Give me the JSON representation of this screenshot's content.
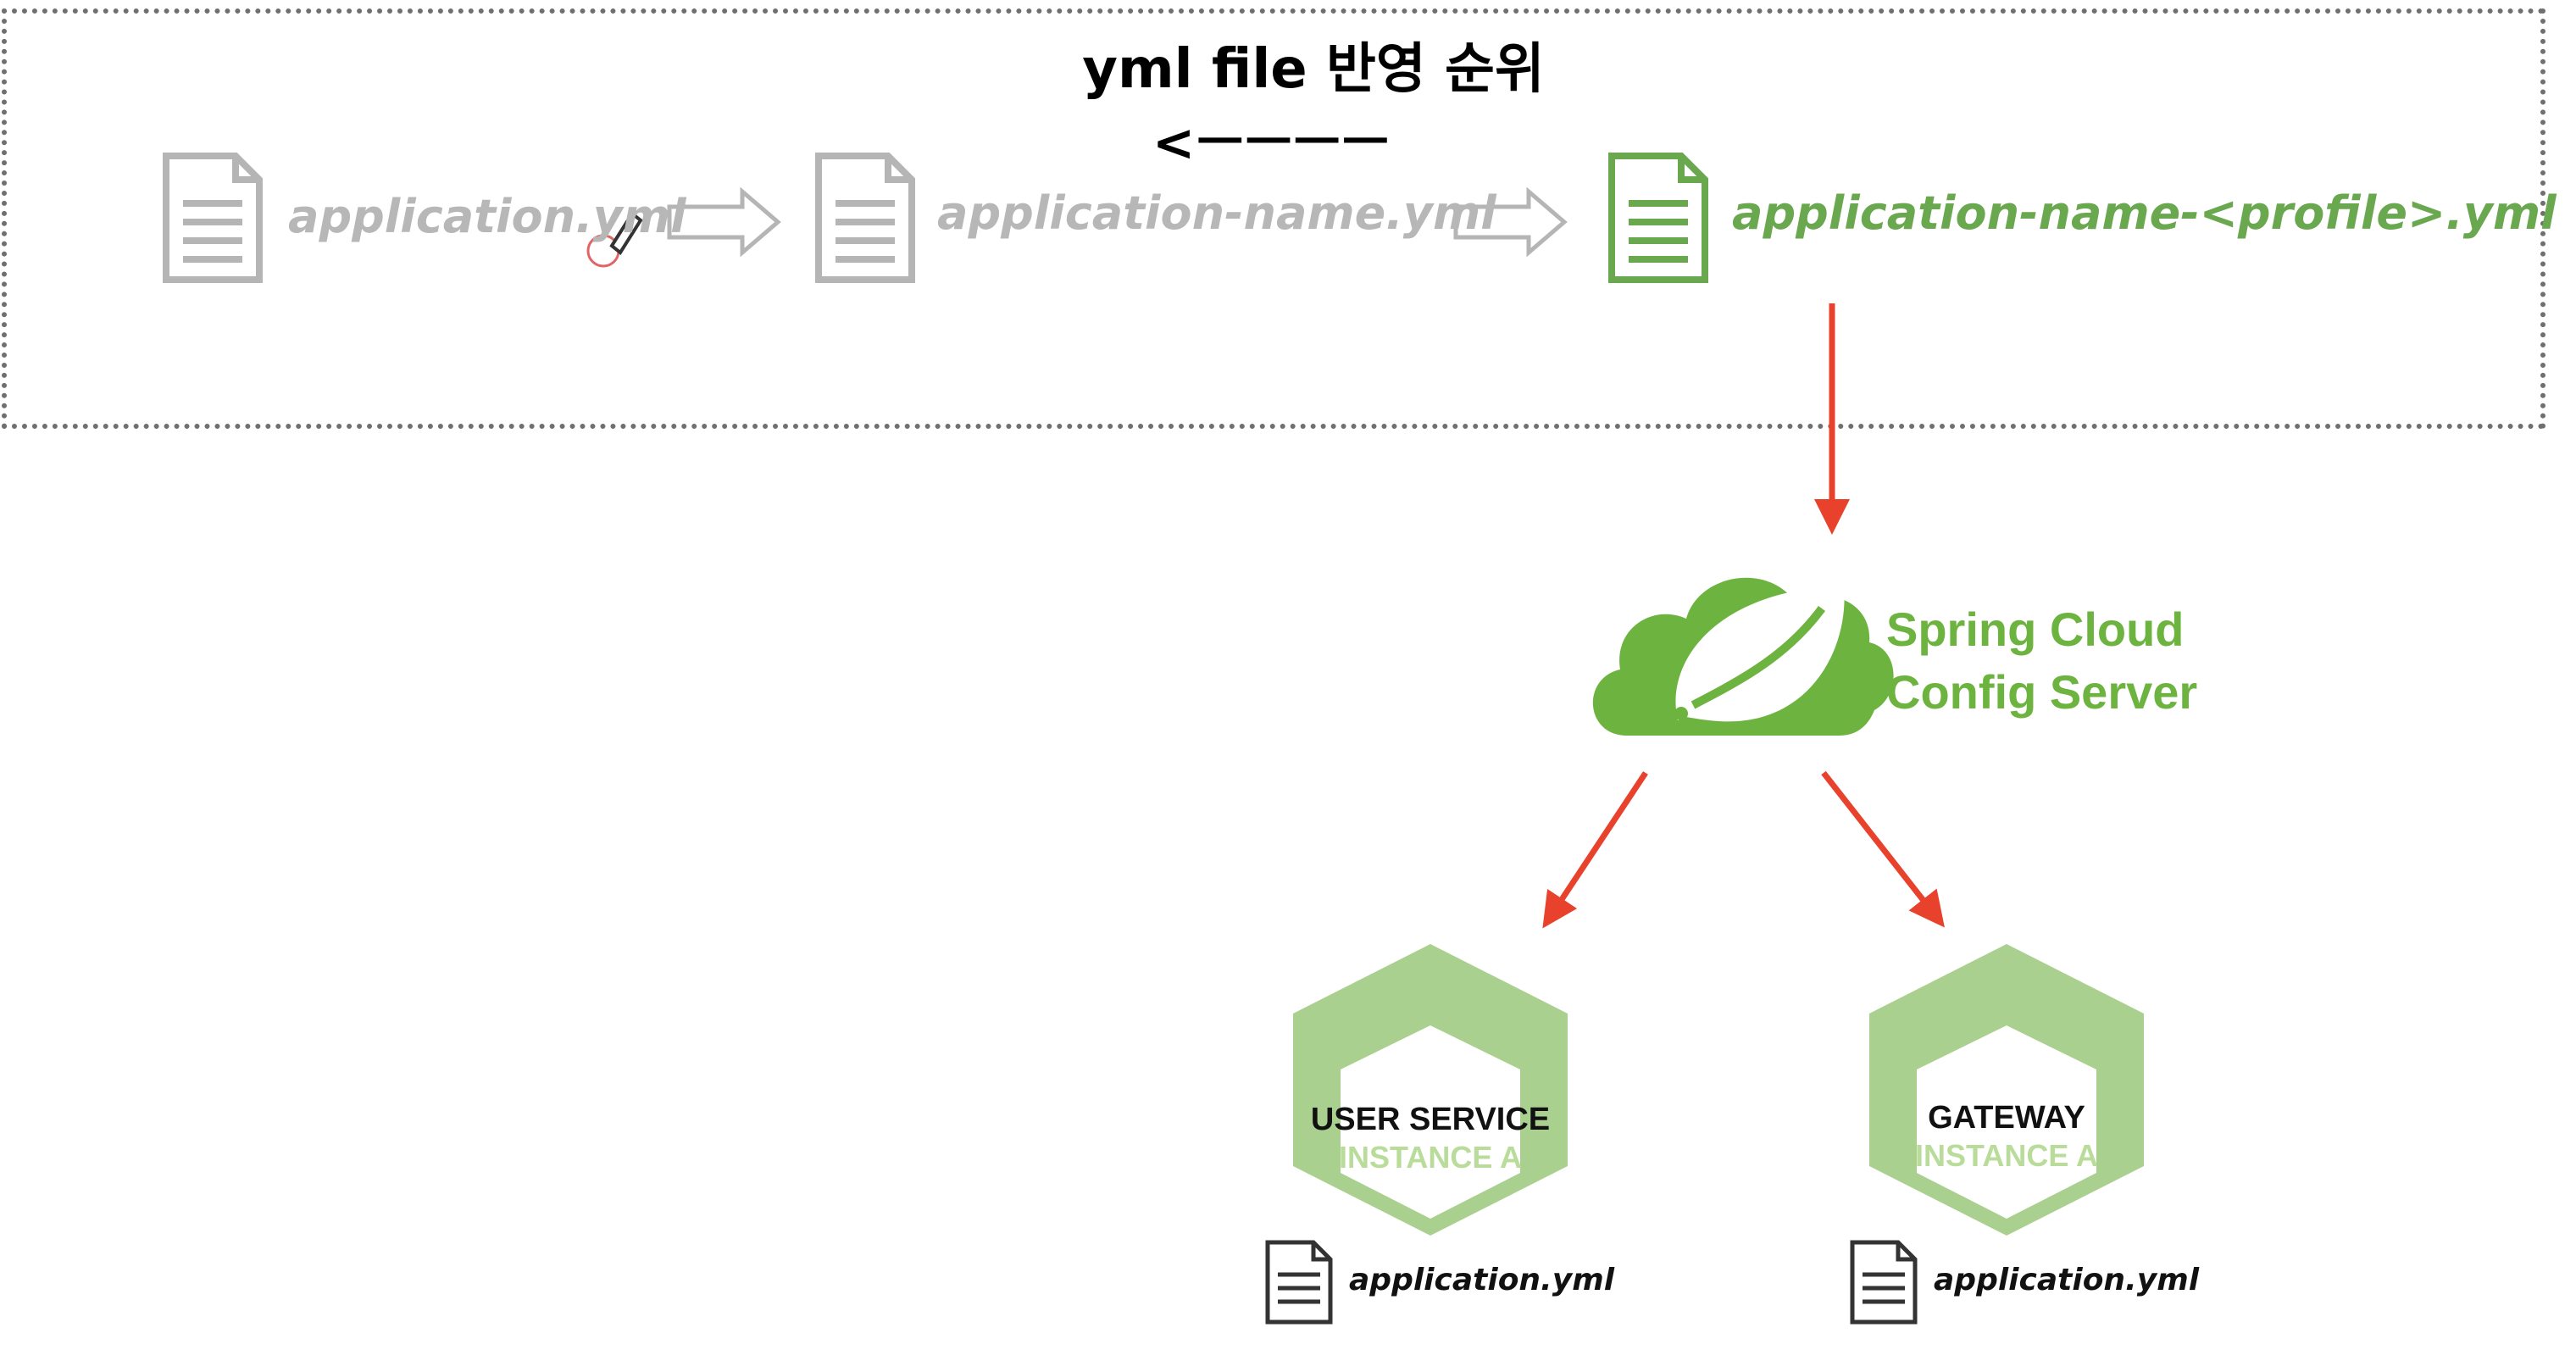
{
  "title": "yml file 반영 순위",
  "order_arrow": "<ㅡㅡㅡㅡ",
  "files": [
    {
      "name": "application.yml",
      "tone": "grey"
    },
    {
      "name": "application-name.yml",
      "tone": "grey"
    },
    {
      "name": "application-name-<profile>.yml",
      "tone": "green"
    }
  ],
  "config_server": {
    "line1": "Spring Cloud",
    "line2": "Config Server"
  },
  "services": [
    {
      "line1": "USER SERVICE",
      "line2": "INSTANCE A",
      "file": "application.yml"
    },
    {
      "line1": "GATEWAY",
      "line2": "INSTANCE A",
      "file": "application.yml"
    }
  ],
  "colors": {
    "grey": "#b7b7b7",
    "green": "#6aa84f",
    "spring_green": "#6db33f",
    "hex_green": "#a9d08e",
    "arrow_red": "#e8412c"
  }
}
